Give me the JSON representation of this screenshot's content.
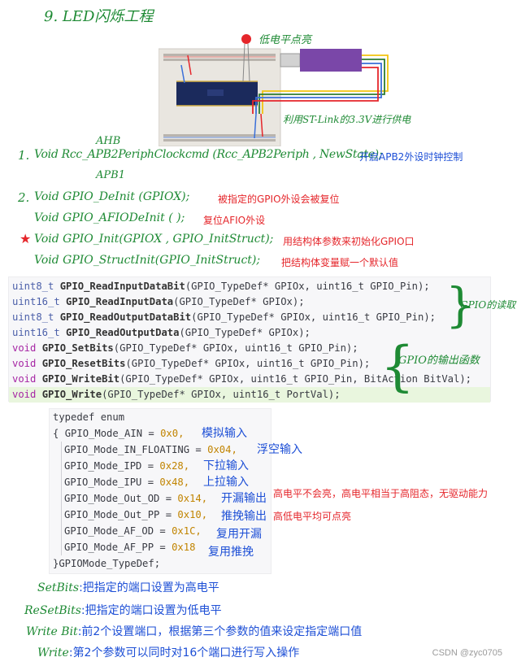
{
  "title": "9. LED闪烁工程",
  "figure": {
    "led_label": "低电平点亮",
    "stlink_label": "利用ST-Link的3.3V进行供电"
  },
  "notes": {
    "ahb": "AHB",
    "apb1": "APB1",
    "item1_num": "1.",
    "item1_code": "Void  Rcc_APB2PeriphClockcmd (Rcc_APB2Periph , NewState);",
    "item1_ann": "开启APB2外设时钟控制",
    "item2_num": "2.",
    "item2a_code": "Void  GPIO_DeInit (GPIOX);",
    "item2a_ann": "被指定的GPIO外设会被复位",
    "item2b_code": "Void  GPIO_AFIODeInit (  );",
    "item2b_ann": "复位AFIO外设",
    "star": "★",
    "item2c_code": "Void  GPIO_Init(GPIOX , GPIO_InitStruct);",
    "item2c_ann": "用结构体参数来初始化GPIO口",
    "item2d_code": "Void  GPIO_StructInit(GPIO_InitStruct);",
    "item2d_ann": "把结构体变量赋一个默认值"
  },
  "code1": {
    "rows": [
      {
        "ret": "uint8_t",
        "fn": "GPIO_ReadInputDataBit",
        "args": "(GPIO_TypeDef* GPIOx, uint16_t GPIO_Pin);"
      },
      {
        "ret": "uint16_t",
        "fn": "GPIO_ReadInputData",
        "args": "(GPIO_TypeDef* GPIOx);"
      },
      {
        "ret": "uint8_t",
        "fn": "GPIO_ReadOutputDataBit",
        "args": "(GPIO_TypeDef* GPIOx, uint16_t GPIO_Pin);"
      },
      {
        "ret": "uint16_t",
        "fn": "GPIO_ReadOutputData",
        "args": "(GPIO_TypeDef* GPIOx);"
      },
      {
        "ret": "void",
        "fn": "GPIO_SetBits",
        "args": "(GPIO_TypeDef* GPIOx, uint16_t GPIO_Pin);"
      },
      {
        "ret": "void",
        "fn": "GPIO_ResetBits",
        "args": "(GPIO_TypeDef* GPIOx, uint16_t GPIO_Pin);"
      },
      {
        "ret": "void",
        "fn": "GPIO_WriteBit",
        "args": "(GPIO_TypeDef* GPIOx, uint16_t GPIO_Pin, BitAction BitVal);"
      },
      {
        "ret": "void",
        "fn": "GPIO_Write",
        "args": "(GPIO_TypeDef* GPIOx, uint16_t PortVal);"
      }
    ],
    "ann_read": "GPIO的读取",
    "ann_write": "GPIO的输出函数"
  },
  "code2": {
    "head": "typedef enum",
    "open": "{",
    "rows": [
      {
        "name": "GPIO_Mode_AIN",
        "val": "0x0,",
        "ann": "模拟输入"
      },
      {
        "name": "GPIO_Mode_IN_FLOATING",
        "val": "0x04,",
        "ann": "浮空输入"
      },
      {
        "name": "GPIO_Mode_IPD",
        "val": "0x28,",
        "ann": "下拉输入"
      },
      {
        "name": "GPIO_Mode_IPU",
        "val": "0x48,",
        "ann": "上拉输入"
      },
      {
        "name": "GPIO_Mode_Out_OD",
        "val": "0x14,",
        "ann": "开漏输出"
      },
      {
        "name": "GPIO_Mode_Out_PP",
        "val": "0x10,",
        "ann": "推挽输出"
      },
      {
        "name": "GPIO_Mode_AF_OD",
        "val": "0x1C,",
        "ann": "复用开漏"
      },
      {
        "name": "GPIO_Mode_AF_PP",
        "val": "0x18",
        "ann": "复用推挽"
      }
    ],
    "close": "}GPIOMode_TypeDef;",
    "od_note": "高电平不会亮，高电平相当于高阻态，无驱动能力",
    "pp_note": "高低电平均可点亮"
  },
  "bottom": [
    {
      "key": "SetBits",
      "sep": ":",
      "desc": "把指定的端口设置为高电平"
    },
    {
      "key": "ReSetBits",
      "sep": ":",
      "desc": "把指定的端口设置为低电平"
    },
    {
      "key": "Write Bit",
      "sep": ":",
      "desc": "前2个设置端口，根据第三个参数的值来设定指定端口值"
    },
    {
      "key": "Write",
      "sep": ":",
      "desc": "第2个参数可以同时对16个端口进行写入操作"
    }
  ],
  "watermark": "CSDN @zyc0705",
  "colors": {
    "green": "#1e8a34",
    "red": "#e5262b",
    "blue": "#1d4fd6"
  }
}
